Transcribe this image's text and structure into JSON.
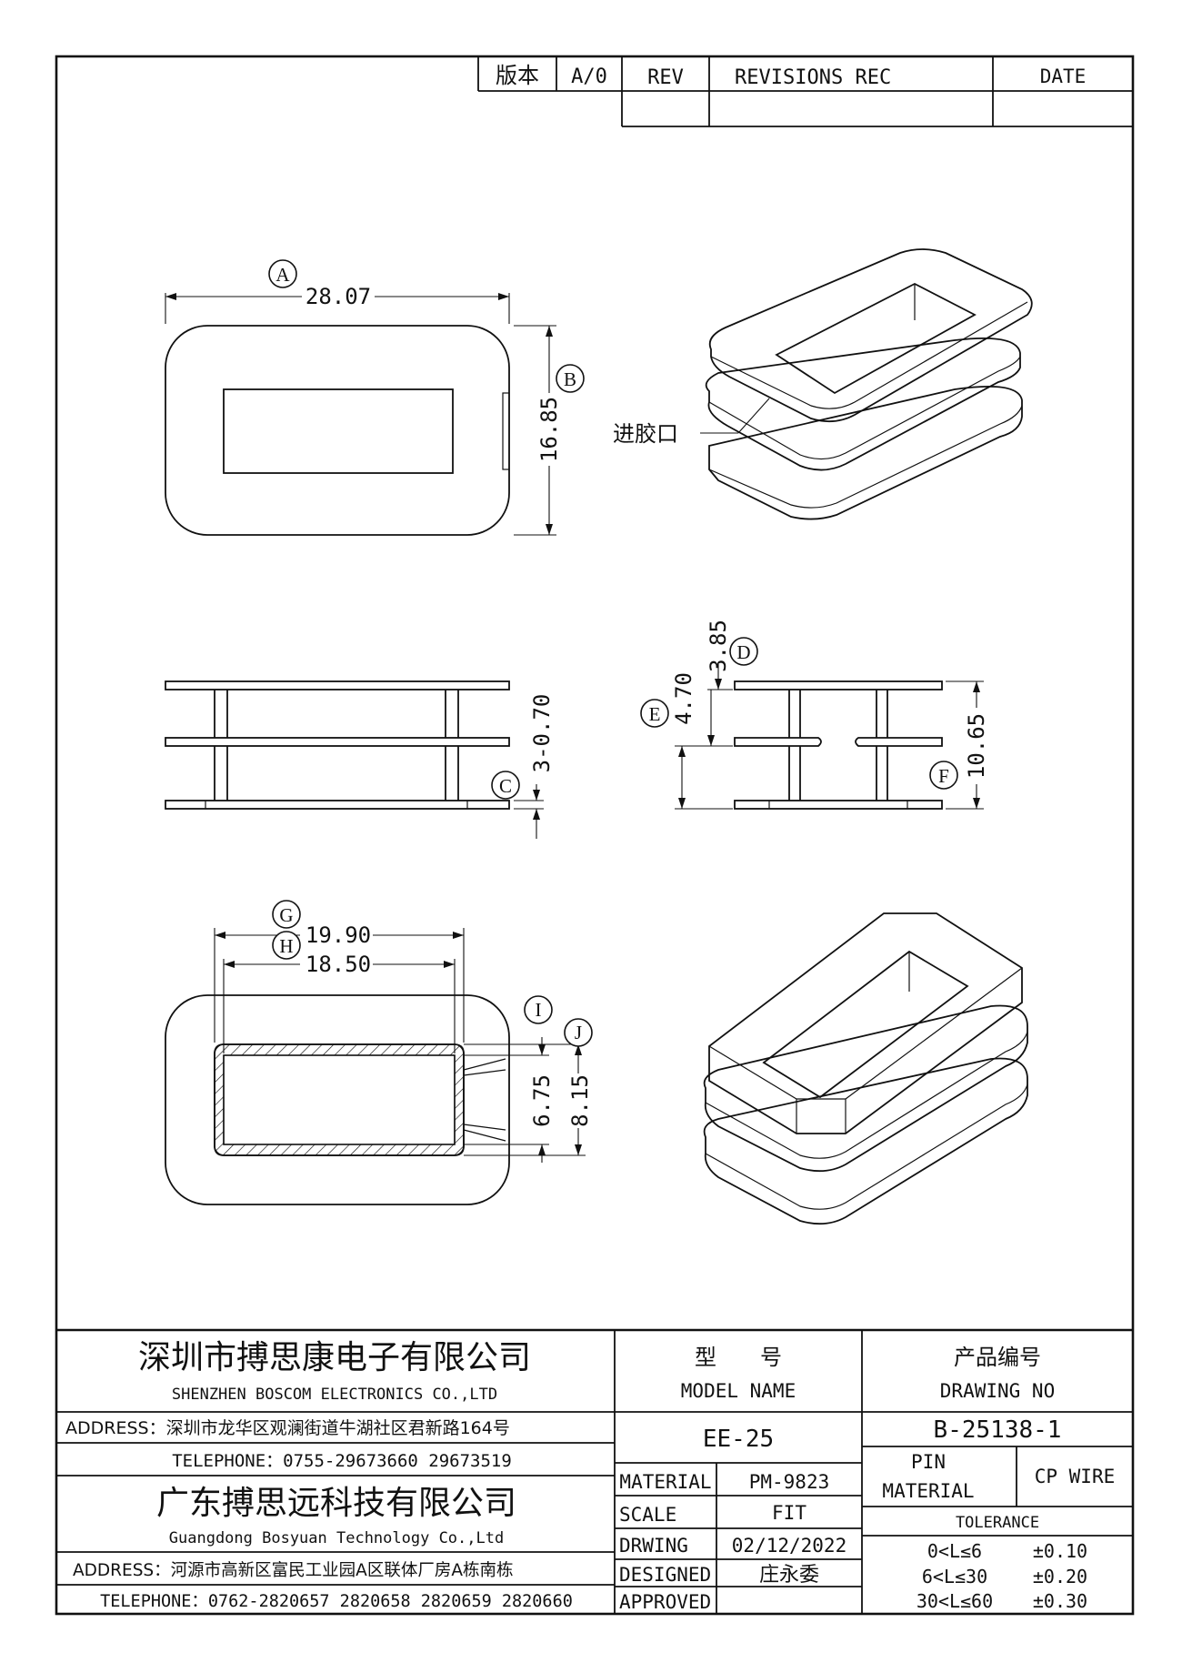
{
  "revision_table": {
    "version_label": "版本",
    "version_value": "A/0",
    "rev_label": "REV",
    "revisions_label": "REVISIONS REC",
    "date_label": "DATE"
  },
  "dimensions": {
    "a": {
      "tag": "A",
      "value": "28.07"
    },
    "b": {
      "tag": "B",
      "value": "16.85"
    },
    "c": {
      "tag": "C",
      "value": "3-0.70"
    },
    "d": {
      "tag": "D",
      "value": "3.85"
    },
    "e": {
      "tag": "E",
      "value": "4.70"
    },
    "f": {
      "tag": "F",
      "value": "10.65"
    },
    "g": {
      "tag": "G",
      "value": "19.90"
    },
    "h": {
      "tag": "H",
      "value": "18.50"
    },
    "i": {
      "tag": "I",
      "value": "6.75"
    },
    "j": {
      "tag": "J",
      "value": "8.15"
    }
  },
  "gate_label": "进胶口",
  "title_block": {
    "company1_cn": "深圳市搏思康电子有限公司",
    "company1_en": "SHENZHEN BOSCOM ELECTRONICS CO.,LTD",
    "address1": "ADDRESS：深圳市龙华区观澜街道牛湖社区君新路164号",
    "telephone1": "TELEPHONE：0755-29673660 29673519",
    "company2_cn": "广东搏思远科技有限公司",
    "company2_en": "Guangdong Bosyuan Technology Co.,Ltd",
    "address2": "ADDRESS：河源市高新区富民工业园A区联体厂房A栋南栋",
    "telephone2": "TELEPHONE：0762-2820657 2820658 2820659 2820660",
    "model_cn": "型　　号",
    "model_en": "MODEL NAME",
    "model_value": "EE-25",
    "drawing_cn": "产品编号",
    "drawing_en": "DRAWING NO",
    "drawing_value": "B-25138-1",
    "material_label": "MATERIAL",
    "material_value": "PM-9823",
    "scale_label": "SCALE",
    "scale_value": "FIT",
    "drawing_label": "DRWING",
    "drawing_date": "02/12/2022",
    "designed_label": "DESIGNED",
    "designed_value": "庄永委",
    "approved_label": "APPROVED",
    "approved_value": "",
    "pin_label": "PIN",
    "pin_material_label": "MATERIAL",
    "pin_material_value": "CP WIRE",
    "tolerance_label": "TOLERANCE",
    "tolerances": [
      {
        "range": "0<L≤6",
        "value": "±0.10"
      },
      {
        "range": "6<L≤30",
        "value": "±0.20"
      },
      {
        "range": "30<L≤60",
        "value": "±0.30"
      }
    ]
  }
}
